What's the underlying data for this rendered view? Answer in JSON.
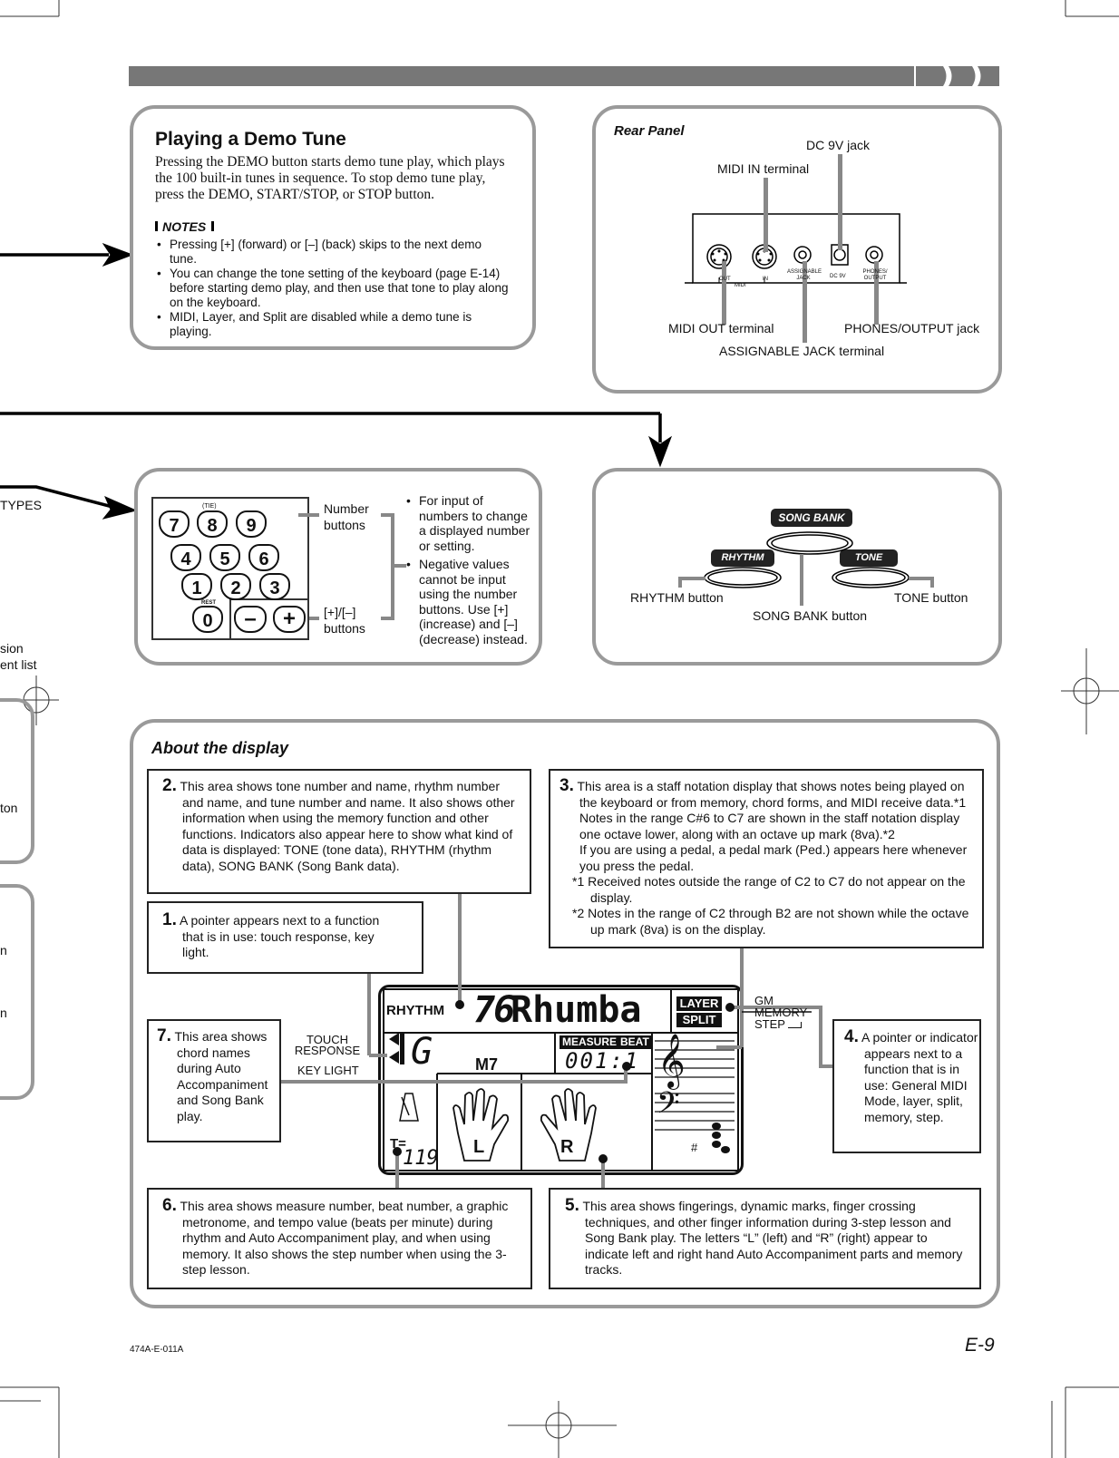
{
  "demo": {
    "title": "Playing a Demo Tune",
    "body": "Pressing the DEMO button starts demo tune play, which plays the 100 built-in tunes in sequence. To stop demo tune play, press the DEMO, START/STOP, or STOP button.",
    "notes_label": "NOTES",
    "notes": [
      "Pressing [+] (forward) or [–] (back) skips to the next demo tune.",
      "You can change the tone setting of the keyboard (page E-14) before starting demo play, and then use that tone to play along on the keyboard.",
      "MIDI, Layer, and Split are disabled while a demo tune is playing."
    ]
  },
  "rear": {
    "title": "Rear Panel",
    "dc": "DC 9V jack",
    "midi_in": "MIDI IN terminal",
    "midi_out": "MIDI OUT terminal",
    "phones": "PHONES/OUTPUT jack",
    "assignable": "ASSIGNABLE JACK terminal",
    "panel": {
      "out": "OUT",
      "in": "IN",
      "midi": "MIDI",
      "assign": "ASSIGNABLE JACK",
      "dc": "DC 9V",
      "phones": "PHONES/ OUTPUT"
    }
  },
  "left_fragments": {
    "types": "TYPES",
    "sion": "sion",
    "ent_list": "ent list",
    "ton": "ton",
    "n1": "n",
    "n2": "n"
  },
  "numpad": {
    "keys": [
      "7",
      "8",
      "9",
      "4",
      "5",
      "6",
      "1",
      "2",
      "3",
      "0"
    ],
    "tie": "(TIE)",
    "rest": "REST",
    "minus": "–",
    "plus": "+",
    "number_label": "Number buttons",
    "pm_label": "[+]/[–] buttons",
    "bullets": [
      "For input of numbers to change a displayed number or setting.",
      "Negative values cannot be input using the number buttons. Use [+] (increase) and [–] (decrease) instead."
    ]
  },
  "buttons": {
    "song_bank": "SONG BANK",
    "rhythm": "RHYTHM",
    "tone": "TONE",
    "rhythm_label": "RHYTHM button",
    "tone_label": "TONE button",
    "song_bank_label": "SONG BANK button"
  },
  "display": {
    "title": "About the display",
    "c2_num": "2.",
    "c2": "This area shows tone number and name, rhythm number and name, and tune number and name. It also shows other information when using the memory function and other functions. Indicators also appear here to show what kind of data is displayed: TONE (tone data), RHYTHM (rhythm data), SONG BANK (Song Bank data).",
    "c1_num": "1.",
    "c1": "A pointer appears next to a function that is in use: touch response, key light.",
    "c3_num": "3.",
    "c3_a": "This area is a staff notation display that shows notes being played on the keyboard or from memory, chord forms, and MIDI receive data.*1 Notes in the range C#6 to C7 are shown in the staff notation display one octave lower, along with an octave up mark (8va).*2",
    "c3_b": "If you are using a pedal, a pedal mark (Ped.) appears here whenever you press the pedal.",
    "c3_n1": "*1  Received notes outside the range of C2 to C7 do not appear on the display.",
    "c3_n2": "*2  Notes in the range of C2 through B2 are not shown while the octave up mark (8va) is on the display.",
    "c7_num": "7.",
    "c7": "This area shows chord names during Auto Accompaniment and Song Bank play.",
    "c4_num": "4.",
    "c4": "A pointer or indicator appears next to a function that is in use: General MIDI Mode, layer, split, memory, step.",
    "c6_num": "6.",
    "c6": "This area shows measure number, beat number, a graphic metronome, and tempo value (beats per minute) during rhythm and Auto Accompaniment play, and when using memory. It also shows the step number when using the 3-step lesson.",
    "c5_num": "5.",
    "c5": "This area shows fingerings, dynamic marks, finger crossing techniques, and other finger information during 3-step lesson and Song Bank play. The letters “L” (left) and “R” (right) appear to indicate left and right hand Auto Accompaniment parts and memory tracks.",
    "touch": "TOUCH RESPONSE",
    "key_light": "KEY LIGHT",
    "gm": "GM",
    "memory": "MEMORY",
    "step": "STEP",
    "lcd": {
      "rhythm": "RHYTHM",
      "number": "76",
      "name": "Rhumba",
      "layer": "LAYER",
      "split": "SPLIT",
      "chord_root": "G",
      "chord_type": "M7",
      "measure": "MEASURE",
      "beat": "BEAT",
      "measure_val": "001:1",
      "tempo_label": "T=",
      "tempo": "119",
      "left": "L",
      "right": "R",
      "sharp": "#"
    }
  },
  "footer": {
    "code": "474A-E-011A",
    "page": "E-9"
  }
}
